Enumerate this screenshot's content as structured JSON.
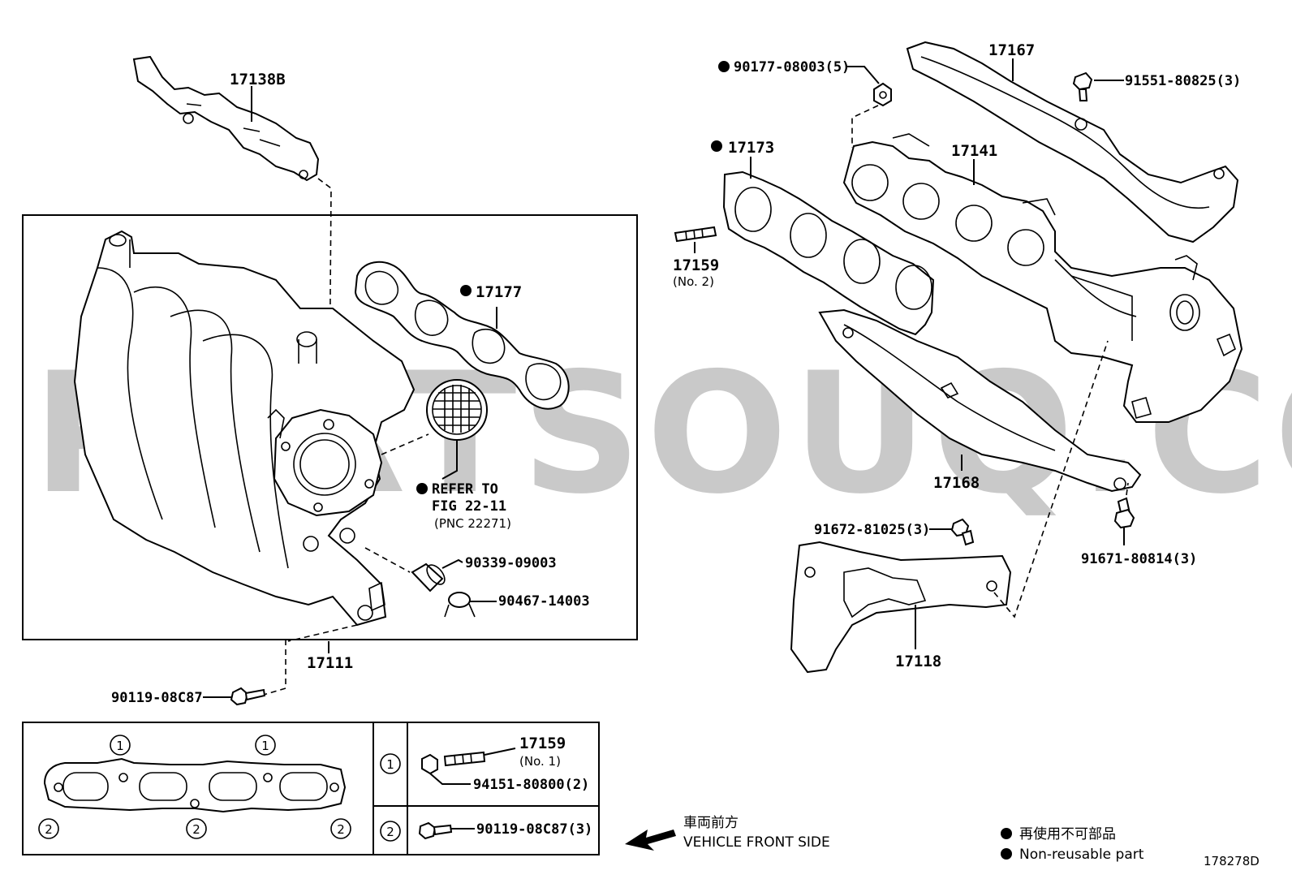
{
  "watermark": "PARTSOUQ.COM",
  "parts": {
    "p17138B": "17138B",
    "p17177": "17177",
    "refer_to": "REFER TO",
    "fig": "FIG 22-11",
    "pnc": "(PNC 22271)",
    "p90339": "90339-09003",
    "p90467": "90467-14003",
    "p17111": "17111",
    "p90119a": "90119-08C87",
    "p90177": "90177-08003(5)",
    "p17167": "17167",
    "p91551": "91551-80825(3)",
    "p17173": "17173",
    "p17141": "17141",
    "p17159_2": "17159",
    "p17159_2_sub": "(No. 2)",
    "p17168": "17168",
    "p91672": "91672-81025(3)",
    "p91671": "91671-80814(3)",
    "p17118": "17118",
    "p17159_1": "17159",
    "p17159_1_sub": "(No. 1)",
    "p94151": "94151-80800(2)",
    "p90119b": "90119-08C87(3)"
  },
  "callouts": {
    "c1": "1",
    "c2": "2"
  },
  "front": {
    "jp": "車両前方",
    "en": "VEHICLE FRONT SIDE"
  },
  "legend": {
    "jp": "再使用不可部品",
    "en": "Non-reusable part"
  },
  "diagram_id": "178278D"
}
